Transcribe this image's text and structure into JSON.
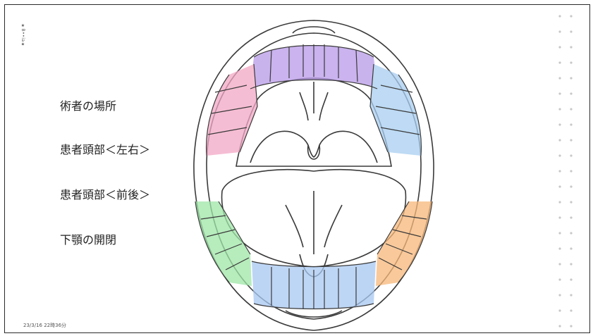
{
  "watermark": "★B••ia★",
  "menu": {
    "items": [
      {
        "label": "術者の場所"
      },
      {
        "label": "患者頭部＜左右＞"
      },
      {
        "label": "患者頭部＜前後＞"
      },
      {
        "label": "下顎の開閉"
      }
    ]
  },
  "timestamp": "23/3/16 22時36分",
  "colors": {
    "upper_front": "#b89ae8",
    "upper_left": "#f2a7c4",
    "upper_right": "#a8cdf0",
    "lower_left": "#9fe6a8",
    "lower_front": "#a8c8f2",
    "lower_right": "#f7b87a",
    "line": "#3a3a3a",
    "dots": "#c8c8c8"
  }
}
